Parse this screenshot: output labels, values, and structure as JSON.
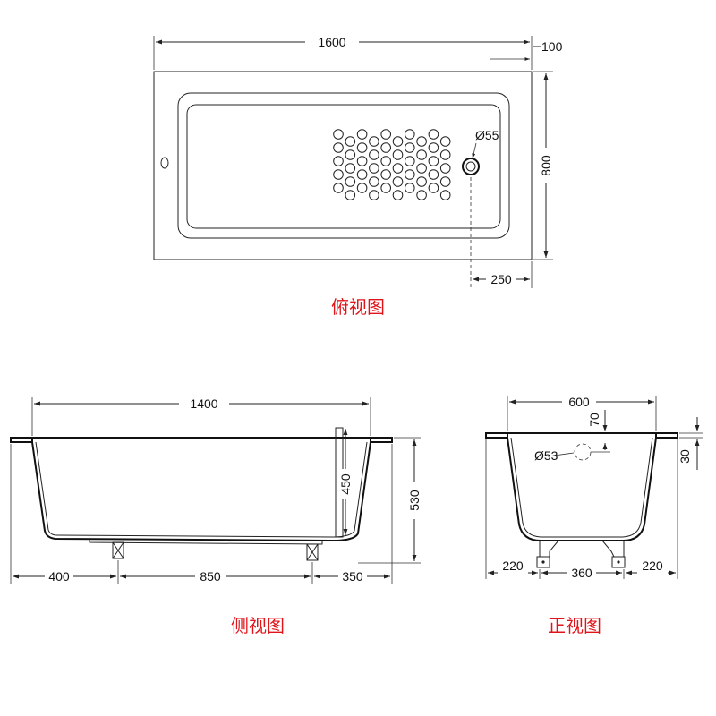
{
  "views": {
    "top": {
      "title": "俯视图",
      "dims": {
        "length": "1600",
        "edge": "100",
        "width": "800",
        "drain_offset": "250",
        "drain_diameter": "Ø55"
      }
    },
    "side": {
      "title": "侧视图",
      "dims": {
        "length": "1400",
        "depth": "450",
        "height": "530",
        "left": "400",
        "middle": "850",
        "right": "350"
      }
    },
    "front": {
      "title": "正视图",
      "dims": {
        "width": "600",
        "overflow_height": "70",
        "rim": "30",
        "overflow_diameter": "Ø53",
        "left": "220",
        "middle": "360",
        "right": "220"
      }
    }
  },
  "colors": {
    "title": "#e0151b",
    "line": "#222222"
  }
}
